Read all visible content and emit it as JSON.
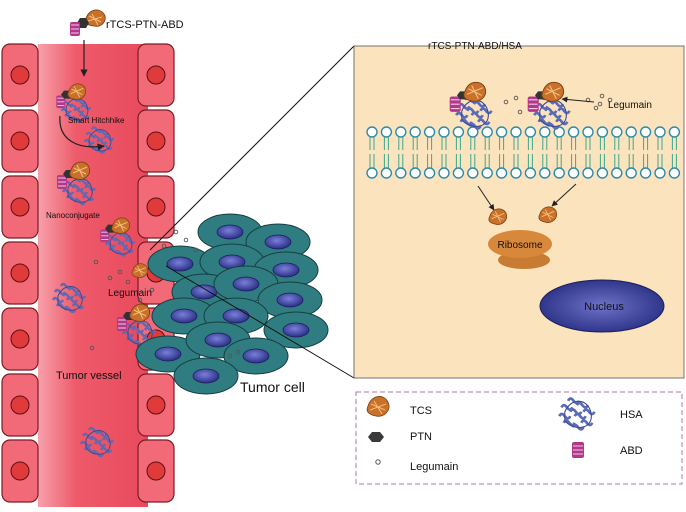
{
  "labels": {
    "top_construct": "rTCS-PTN-ABD",
    "smart_hitchhike": "Smart Hitchhike",
    "nanoconjugate": "Nanoconjugate",
    "legumain_vessel": "Legumain",
    "tumor_vessel": "Tumor vessel",
    "tumor_cell": "Tumor cell",
    "panel_title": "rTCS-PTN-ABD/HSA",
    "legumain_panel": "Legumain",
    "ribosome": "Ribosome",
    "nucleus": "Nucleus"
  },
  "legend": {
    "tcs": "TCS",
    "ptn": "PTN",
    "legumain": "Legumain",
    "hsa": "HSA",
    "abd": "ABD"
  },
  "colors": {
    "vessel_fill": "#ee5a6a",
    "vessel_cell": "#f26a78",
    "nucleus_red": "#e03a3a",
    "panel_bg": "#fbe3bd",
    "membrane": "#2e8ba8",
    "ribosome": "#d8883a",
    "cell_nucleus": "#3b3f9c",
    "tumor_cell": "#2f7d80",
    "tcs": "#c9702a",
    "hsa": "#5a6bb8",
    "abd": "#b0398a",
    "legend_border": "#b07aa8"
  }
}
